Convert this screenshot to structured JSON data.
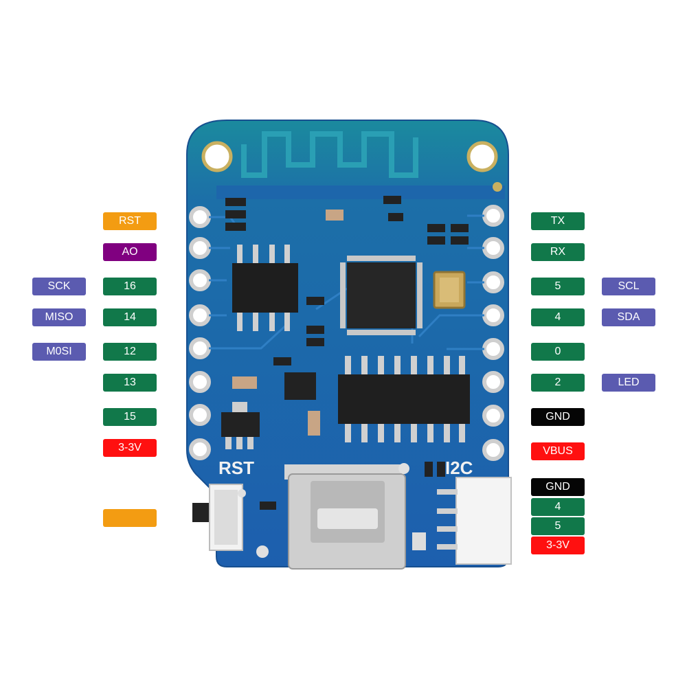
{
  "colors": {
    "orange": "#f39c12",
    "purple": "#800080",
    "green": "#11784a",
    "blue": "#5b5bb0",
    "red": "#ff1010",
    "black": "#050505",
    "pcb": "#1d5fae",
    "pcb_top": "#1b8a9e"
  },
  "left_labels": [
    {
      "id": "rst",
      "text": "RST",
      "color": "#f39c12"
    },
    {
      "id": "ao",
      "text": "AO",
      "color": "#800080"
    },
    {
      "id": "sck",
      "text": "SCK",
      "color": "#5b5bb0"
    },
    {
      "id": "16",
      "text": "16",
      "color": "#11784a"
    },
    {
      "id": "miso",
      "text": "MISO",
      "color": "#5b5bb0"
    },
    {
      "id": "14",
      "text": "14",
      "color": "#11784a"
    },
    {
      "id": "mosi",
      "text": "M0SI",
      "color": "#5b5bb0"
    },
    {
      "id": "12",
      "text": "12",
      "color": "#11784a"
    },
    {
      "id": "13",
      "text": "13",
      "color": "#11784a"
    },
    {
      "id": "15",
      "text": "15",
      "color": "#11784a"
    },
    {
      "id": "3v3",
      "text": "3-3V",
      "color": "#ff1010"
    },
    {
      "id": "blank",
      "text": "",
      "color": "#f39c12"
    }
  ],
  "right_labels": [
    {
      "id": "tx",
      "text": "TX",
      "color": "#11784a"
    },
    {
      "id": "rx",
      "text": "RX",
      "color": "#11784a"
    },
    {
      "id": "5",
      "text": "5",
      "color": "#11784a"
    },
    {
      "id": "scl",
      "text": "SCL",
      "color": "#5b5bb0"
    },
    {
      "id": "4",
      "text": "4",
      "color": "#11784a"
    },
    {
      "id": "sda",
      "text": "SDA",
      "color": "#5b5bb0"
    },
    {
      "id": "0",
      "text": "0",
      "color": "#11784a"
    },
    {
      "id": "2",
      "text": "2",
      "color": "#11784a"
    },
    {
      "id": "led",
      "text": "LED",
      "color": "#5b5bb0"
    },
    {
      "id": "gnd",
      "text": "GND",
      "color": "#050505"
    },
    {
      "id": "vbus",
      "text": "VBUS",
      "color": "#ff1010"
    }
  ],
  "i2c_labels": [
    {
      "id": "i2c-gnd",
      "text": "GND",
      "color": "#050505"
    },
    {
      "id": "i2c-4",
      "text": "4",
      "color": "#11784a"
    },
    {
      "id": "i2c-5",
      "text": "5",
      "color": "#11784a"
    },
    {
      "id": "i2c-3v3",
      "text": "3-3V",
      "color": "#ff1010"
    }
  ],
  "board": {
    "silk_rst": "RST",
    "silk_i2c": "I2C"
  }
}
